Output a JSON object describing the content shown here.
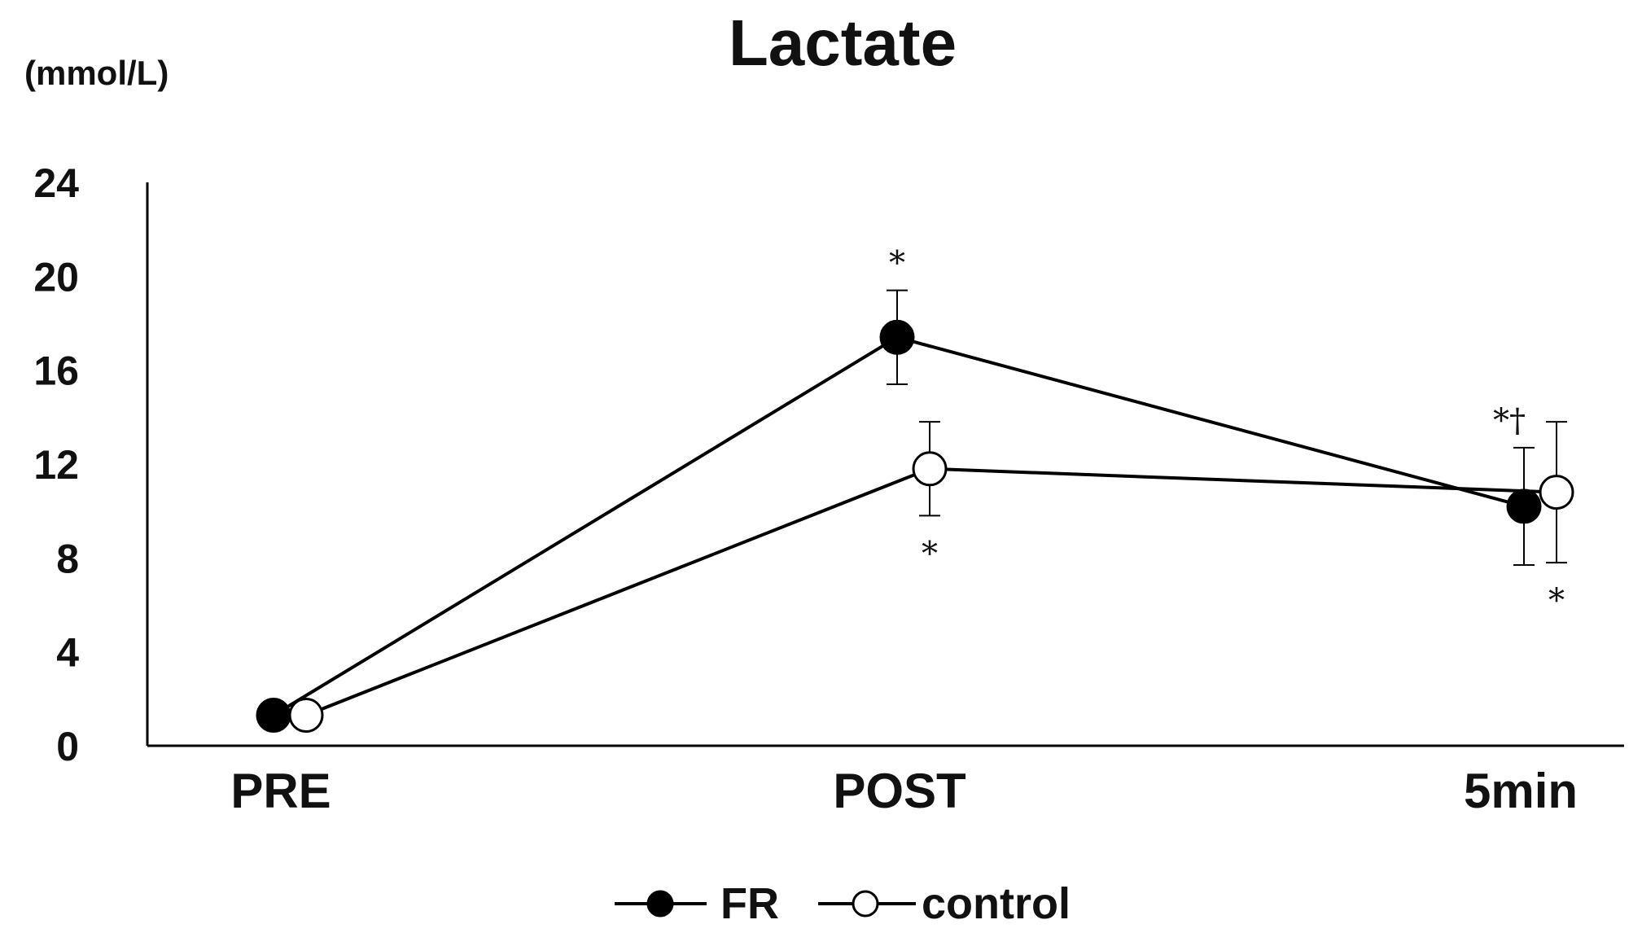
{
  "chart_data": {
    "type": "line",
    "title": "Lactate",
    "ylabel": "(mmol/L)",
    "xlabel": "",
    "categories": [
      "PRE",
      "POST",
      "5min"
    ],
    "ylim": [
      0,
      24
    ],
    "yticks": [
      0,
      4,
      8,
      12,
      16,
      20,
      24
    ],
    "grid": false,
    "legend_position": "bottom",
    "series": [
      {
        "name": "FR",
        "marker": "filled-circle",
        "color": "#000000",
        "values": [
          1.3,
          17.4,
          10.2
        ],
        "error": [
          0,
          2.0,
          2.5
        ],
        "annotations": [
          "",
          "*",
          "*†"
        ]
      },
      {
        "name": "control",
        "marker": "open-circle",
        "color": "#000000",
        "values": [
          1.3,
          11.8,
          10.8
        ],
        "error": [
          0,
          2.0,
          3.0
        ],
        "annotations": [
          "",
          "*",
          "*"
        ]
      }
    ]
  }
}
